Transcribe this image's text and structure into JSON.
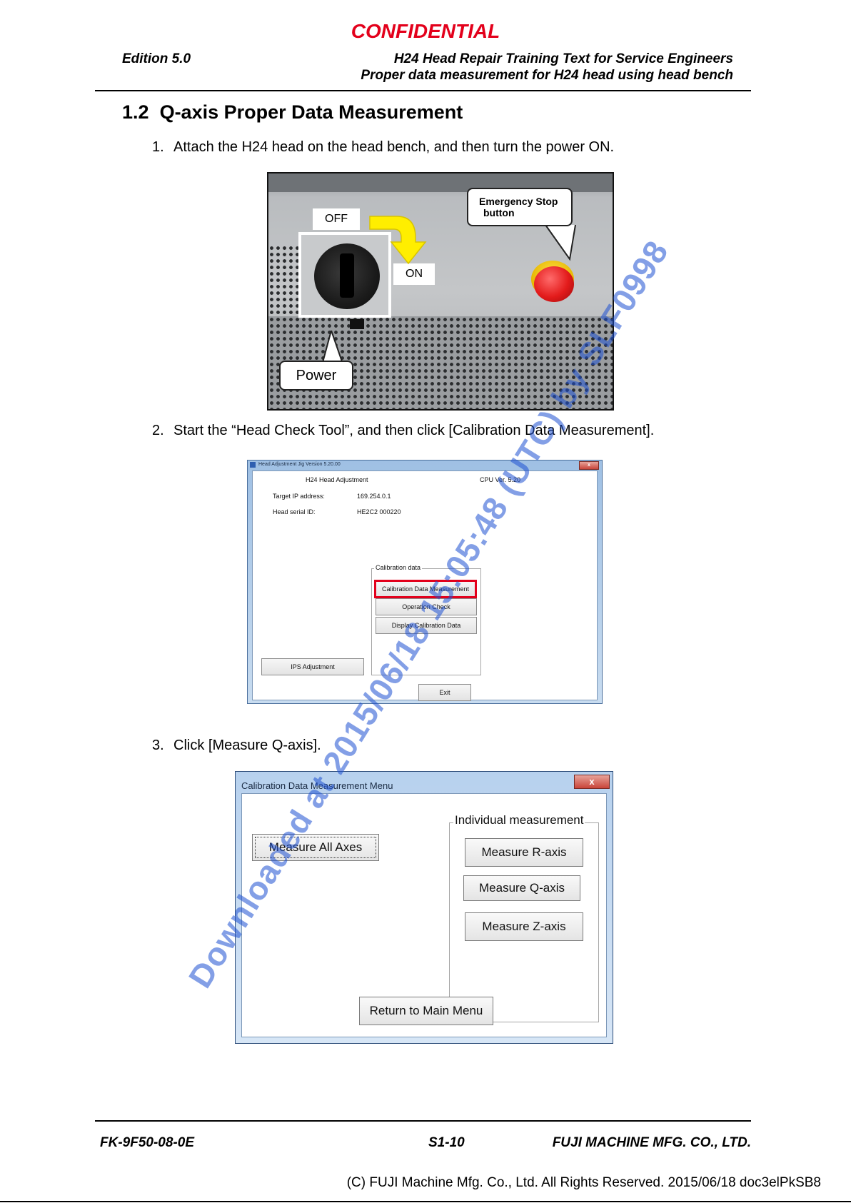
{
  "header": {
    "confidential": "CONFIDENTIAL",
    "edition": "Edition 5.0",
    "title_line1": "H24 Head Repair Training Text for Service Engineers",
    "title_line2": "Proper data measurement for H24 head using head bench"
  },
  "section": {
    "number": "1.2",
    "title": "Q-axis Proper Data Measurement"
  },
  "steps": [
    {
      "num": "1.",
      "text": "Attach the H24 head on the head bench, and then turn the power ON."
    },
    {
      "num": "2.",
      "text": "Start the “Head Check Tool”, and then click [Calibration Data Measurement]."
    },
    {
      "num": "3.",
      "text": "Click [Measure Q-axis]."
    }
  ],
  "photo": {
    "off_label": "OFF",
    "on_label": "ON",
    "emergency_line1": "Emergency Stop",
    "emergency_line2": "button",
    "power_label": "Power"
  },
  "head_adjustment_window": {
    "title": "Head Adjustment Jig  Version 5.20.00",
    "close": "x",
    "app_title": "H24 Head Adjustment",
    "cpu_ver": "CPU Ver. 5.20",
    "target_ip_label": "Target IP address:",
    "target_ip_value": "169.254.0.1",
    "serial_label": "Head serial ID:",
    "serial_value": "HE2C2 000220",
    "calibration_group": "Calibration data",
    "btn_calibration_measurement": "Calibration Data Measurement",
    "btn_operation_check": "Operation Check",
    "btn_display_calibration": "Display Calibration Data",
    "btn_ips": "IPS Adjustment",
    "btn_exit": "Exit"
  },
  "calibration_menu_window": {
    "title": "Calibration Data Measurement Menu",
    "close": "x",
    "btn_measure_all": "Measure All Axes",
    "group_individual": "Individual measurement",
    "btn_measure_r": "Measure R-axis",
    "btn_measure_q": "Measure Q-axis",
    "btn_measure_z": "Measure Z-axis",
    "btn_return": "Return to Main Menu"
  },
  "watermark": "Downloaded at 2015/06/18 15:05:48 (UTC) by SLF0998",
  "footer": {
    "doc_code": "FK-9F50-08-0E",
    "page": "S1-10",
    "company": "FUJI MACHINE MFG. CO., LTD.",
    "copyright": "(C) FUJI Machine Mfg. Co., Ltd. All Rights Reserved. 2015/06/18 doc3elPkSB8"
  },
  "colors": {
    "confidential_red": "#e3001b",
    "highlight_red": "#e3001b",
    "watermark_blue": "#1e50d2",
    "arrow_yellow": "#ffee00"
  }
}
